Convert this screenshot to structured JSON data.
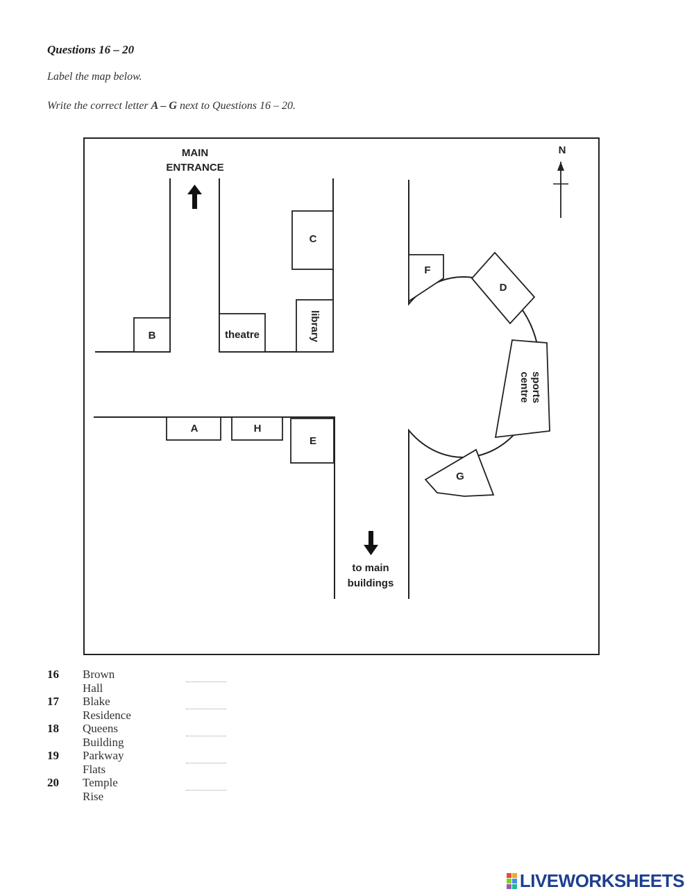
{
  "header": {
    "title": "Questions 16 – 20",
    "instruction_1": "Label the map below.",
    "instruction_2_pre": "Write the correct letter",
    "instruction_2_bold": "A – G",
    "instruction_2_post": "next to Questions 16 – 20."
  },
  "map": {
    "main_entrance_line1": "MAIN",
    "main_entrance_line2": "ENTRANCE",
    "compass_north": "N",
    "to_main_buildings_line1": "to main",
    "to_main_buildings_line2": "buildings",
    "buildings": {
      "a": "A",
      "b": "B",
      "c": "C",
      "d": "D",
      "e": "E",
      "f": "F",
      "g": "G",
      "h": "H",
      "theatre": "theatre",
      "library": "library",
      "sports_line1": "sports",
      "sports_line2": "centre"
    }
  },
  "questions": [
    {
      "number": "16",
      "label": "Brown Hall",
      "answer": ""
    },
    {
      "number": "17",
      "label": "Blake Residence",
      "answer": ""
    },
    {
      "number": "18",
      "label": "Queens Building",
      "answer": ""
    },
    {
      "number": "19",
      "label": "Parkway Flats",
      "answer": ""
    },
    {
      "number": "20",
      "label": "Temple Rise",
      "answer": ""
    }
  ],
  "brand": {
    "name": "LIVEWORKSHEETS",
    "colors": {
      "text": "#1d3f8f",
      "logo": [
        "#e84c3d",
        "#f5a623",
        "#7ed321",
        "#4a90e2",
        "#9b59b6",
        "#1abc9c"
      ]
    }
  }
}
